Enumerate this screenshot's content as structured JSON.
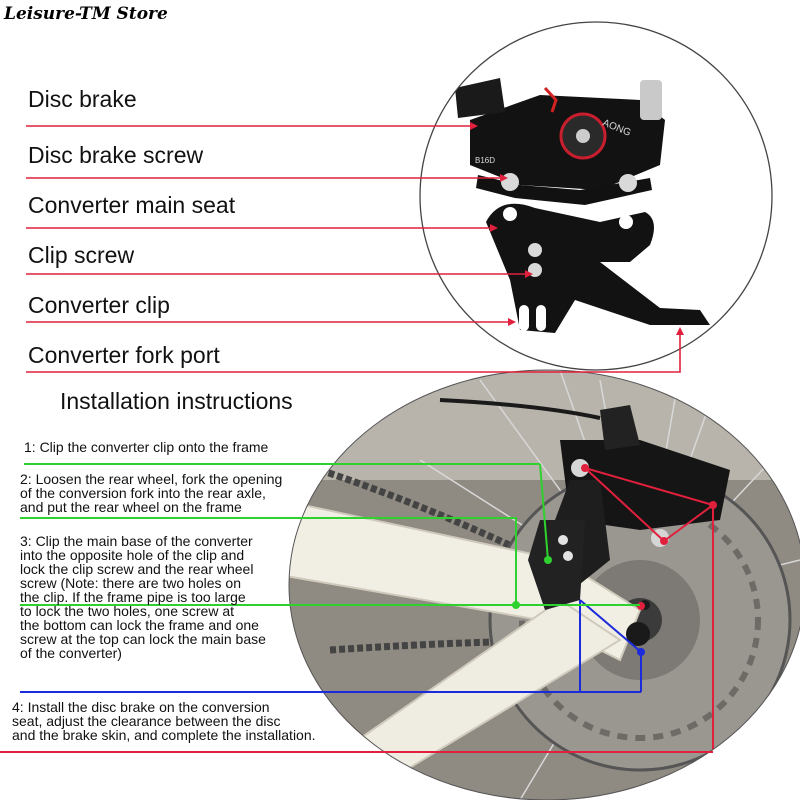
{
  "store_name": "Leisure-TM Store",
  "part_labels": [
    "Disc brake",
    "Disc brake screw",
    "Converter main seat",
    "Clip screw",
    "Converter clip",
    "Converter fork port"
  ],
  "caliper_text": {
    "brand": "AONG",
    "model": "B16D"
  },
  "instructions": {
    "title": "Installation instructions",
    "step1": [
      "1: Clip the converter clip onto the frame"
    ],
    "step2": [
      "2: Loosen the rear wheel, fork the opening",
      "of the conversion fork into the rear axle,",
      "and put the rear wheel on the frame"
    ],
    "step3": [
      "3: Clip the main base of the converter",
      "into the opposite hole of the clip and",
      "lock the clip screw and the rear wheel",
      "screw (Note: there are two holes on",
      "the clip. If the frame pipe is too large",
      "to lock the two holes, one screw at",
      "the bottom can lock the frame and one",
      "screw at the top can lock the main base",
      "of the converter)"
    ],
    "step4": [
      "4: Install the disc brake on the conversion",
      "seat, adjust the clearance between the disc",
      "and the brake skin, and complete the installation."
    ]
  },
  "colors": {
    "part_leader": "#e0203c",
    "step1_line": "#2fd12f",
    "step2_line": "#2fd12f",
    "step3_line": "#2fd12f",
    "step4_line": "#1c2bd9",
    "install_leader": "#e0203c"
  }
}
